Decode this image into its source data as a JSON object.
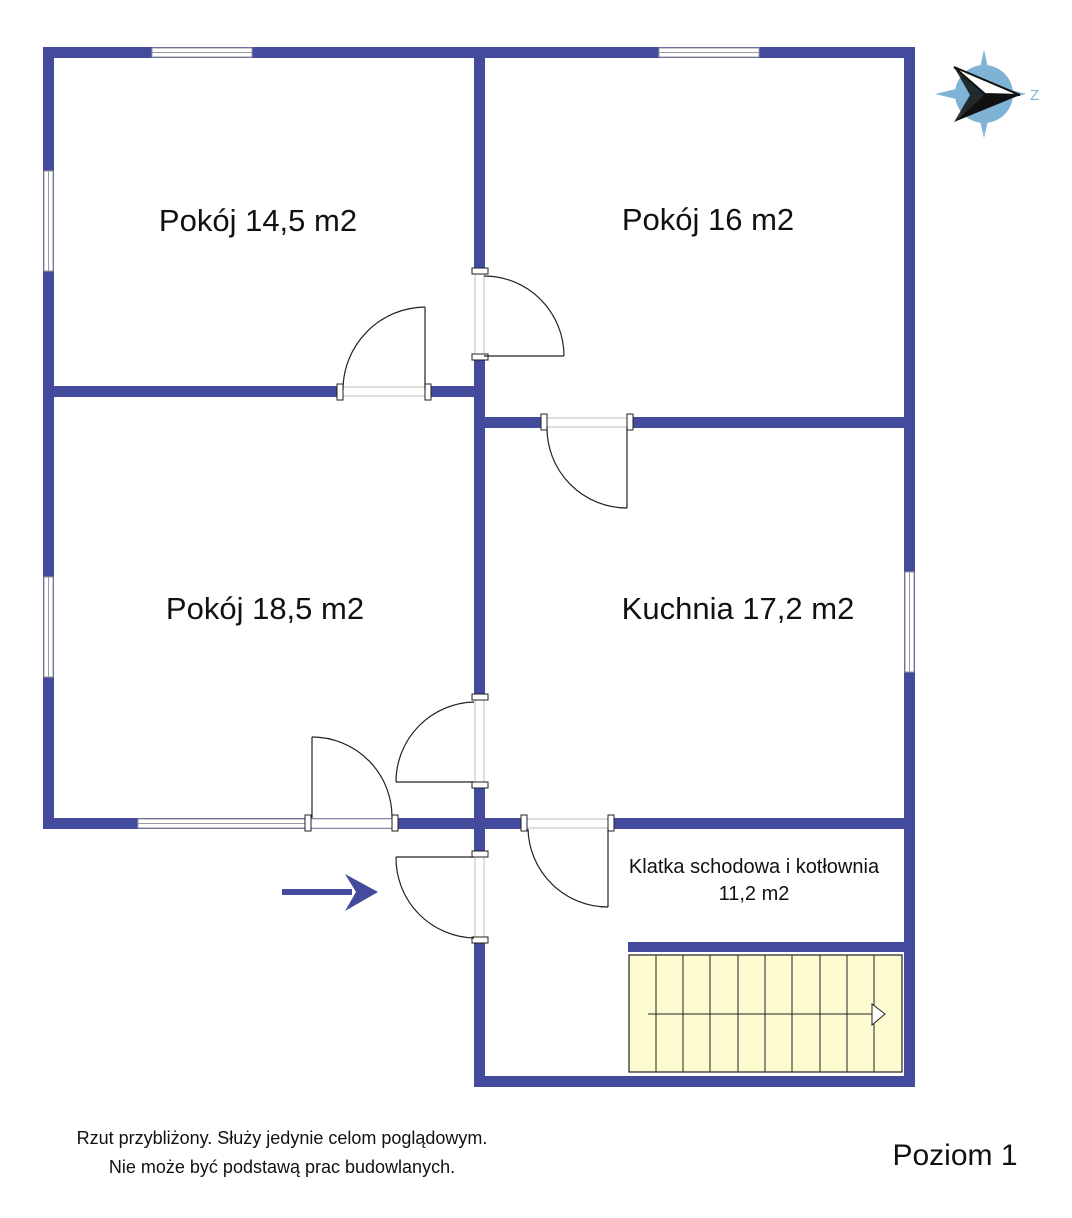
{
  "rooms": [
    {
      "id": "room-1",
      "label": "Pokój 14,5 m2"
    },
    {
      "id": "room-2",
      "label": "Pokój 16 m2"
    },
    {
      "id": "room-3",
      "label": "Pokój  18,5 m2"
    },
    {
      "id": "kitchen",
      "label": "Kuchnia 17,2 m2"
    },
    {
      "id": "stairwell",
      "label_line1": "Klatka schodowa i kotłownia",
      "label_line2": "11,2 m2"
    }
  ],
  "compass": {
    "letter": "Z"
  },
  "disclaimer": {
    "line1": "Rzut przybliżony. Służy jedynie celom poglądowym.",
    "line2": "Nie może być podstawą prac budowlanych."
  },
  "level": "Poziom 1",
  "colors": {
    "wall": "#444a9c",
    "stairs": "#fdfcd0",
    "compass_disc": "#7fb3d5",
    "door_line": "#222222",
    "window": "#d8d8d8"
  }
}
